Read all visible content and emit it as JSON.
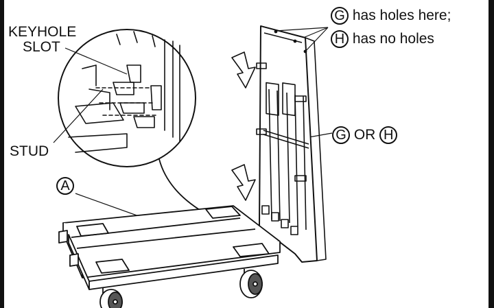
{
  "callouts": {
    "keyhole_line1": "KEYHOLE",
    "keyhole_line2": "SLOT",
    "stud": "STUD",
    "part_a": "A",
    "part_g": "G",
    "part_h": "H",
    "g_note": "has holes here;",
    "h_note": "has no holes",
    "or_word": "OR"
  },
  "colors": {
    "ink": "#111111",
    "background": "#ffffff"
  }
}
